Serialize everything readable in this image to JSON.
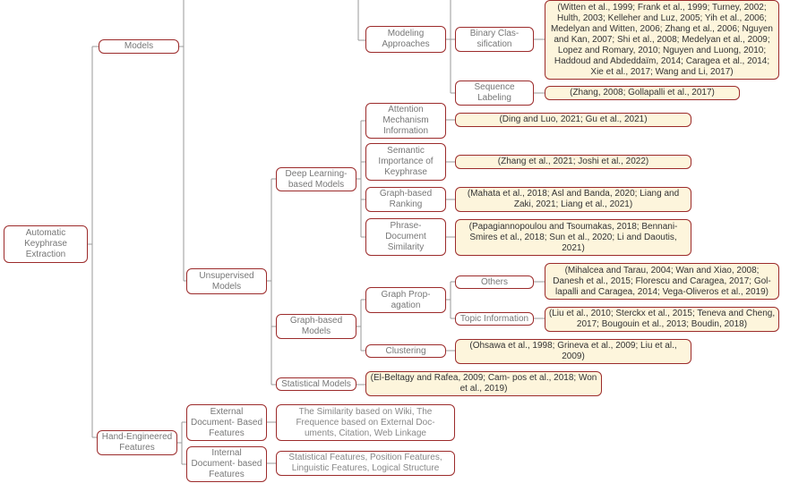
{
  "tree": {
    "root": "Automatic Keyphrase Extraction",
    "models": "Models",
    "modeling_approaches": "Modeling Approaches",
    "binary_classification": "Binary Clas- sification",
    "binary_classification_refs": "(Witten et al., 1999; Frank et al., 1999; Turney, 2002; Hulth, 2003; Kelleher and Luz, 2005; Yih et al., 2006; Medelyan and Witten, 2006; Zhang et al., 2006; Nguyen and Kan, 2007; Shi et al., 2008; Medelyan et al., 2009; Lopez and Romary, 2010; Nguyen and Luong, 2010; Haddoud and Abdeddaïm, 2014; Caragea et al., 2014; Xie et al., 2017; Wang and Li, 2017)",
    "sequence_labeling": "Sequence Labeling",
    "sequence_labeling_refs": "(Zhang, 2008; Gollapalli et al., 2017)",
    "unsupervised_models": "Unsupervised Models",
    "deep_learning_models": "Deep Learning- based Models",
    "attention_mechanism": "Attention Mechanism Information",
    "attention_refs": "(Ding and Luo, 2021; Gu et al., 2021)",
    "semantic_importance": "Semantic Importance of Keyphrase",
    "semantic_refs": "(Zhang et al., 2021; Joshi et al., 2022)",
    "graph_based_ranking": "Graph-based Ranking",
    "graph_ranking_refs": "(Mahata et al., 2018; Asl and Banda, 2020; Liang and Zaki, 2021; Liang et al., 2021)",
    "phrase_document_similarity": "Phrase- Document Similarity",
    "phrase_doc_refs": "(Papagiannopoulou and Tsoumakas, 2018; Bennani-Smires et al., 2018; Sun et al., 2020; Li and Daoutis, 2021)",
    "graph_based_models": "Graph-based Models",
    "graph_propagation": "Graph Prop- agation",
    "others": "Others",
    "others_refs": "(Mihalcea and Tarau, 2004; Wan and Xiao, 2008; Danesh et al., 2015; Florescu and Caragea, 2017; Gol- lapalli and Caragea, 2014; Vega-Oliveros et al., 2019)",
    "topic_information": "Topic Information",
    "topic_refs": "(Liu et al., 2010; Sterckx et al., 2015; Teneva and Cheng, 2017; Bougouin et al., 2013; Boudin, 2018)",
    "clustering": "Clustering",
    "clustering_refs": "(Ohsawa et al., 1998; Grineva et al., 2009; Liu et al., 2009)",
    "statistical_models": "Statistical Models",
    "statistical_refs": "(El-Beltagy and Rafea, 2009; Cam- pos et al., 2018; Won et al., 2019)",
    "hand_engineered_features": "Hand-Engineered Features",
    "external_features": "External Document- Based Features",
    "external_features_desc": "The Similarity based on Wiki, The Frequence based on External Doc- uments, Citation, Web Linkage",
    "internal_features": "Internal Document- based Features",
    "internal_features_desc": "Statistical Features, Position Features, Linguistic Features, Logical Structure"
  }
}
